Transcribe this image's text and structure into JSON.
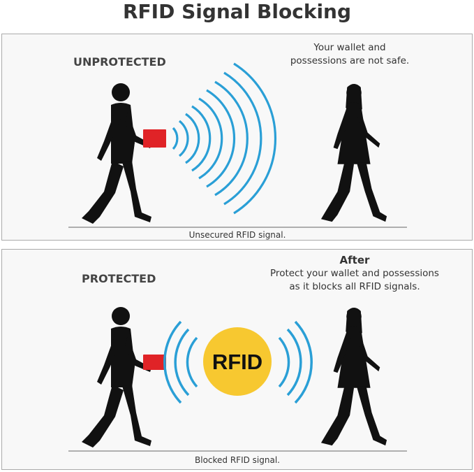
{
  "title": "RFID Signal Blocking",
  "colors": {
    "signal": "#2a9fd6",
    "card": "#e02327",
    "badge": "#f7c830",
    "silhouette": "#111111"
  },
  "unprotected": {
    "heading": "UNPROTECTED",
    "note_line1": "Your wallet and",
    "note_line2": "possessions are not safe.",
    "caption": "Unsecured RFID signal.",
    "icons": [
      "man-walking-icon",
      "rfid-card-icon",
      "signal-waves-icon",
      "woman-walking-icon"
    ]
  },
  "protected": {
    "heading": "PROTECTED",
    "note_title": "After",
    "note_line1": "Protect your wallet and possessions",
    "note_line2": "as it blocks all RFID signals.",
    "badge_text": "RFID",
    "caption": "Blocked RFID signal.",
    "icons": [
      "man-walking-icon",
      "rfid-card-icon",
      "signal-waves-icon",
      "rfid-shield-icon",
      "woman-walking-icon"
    ]
  }
}
